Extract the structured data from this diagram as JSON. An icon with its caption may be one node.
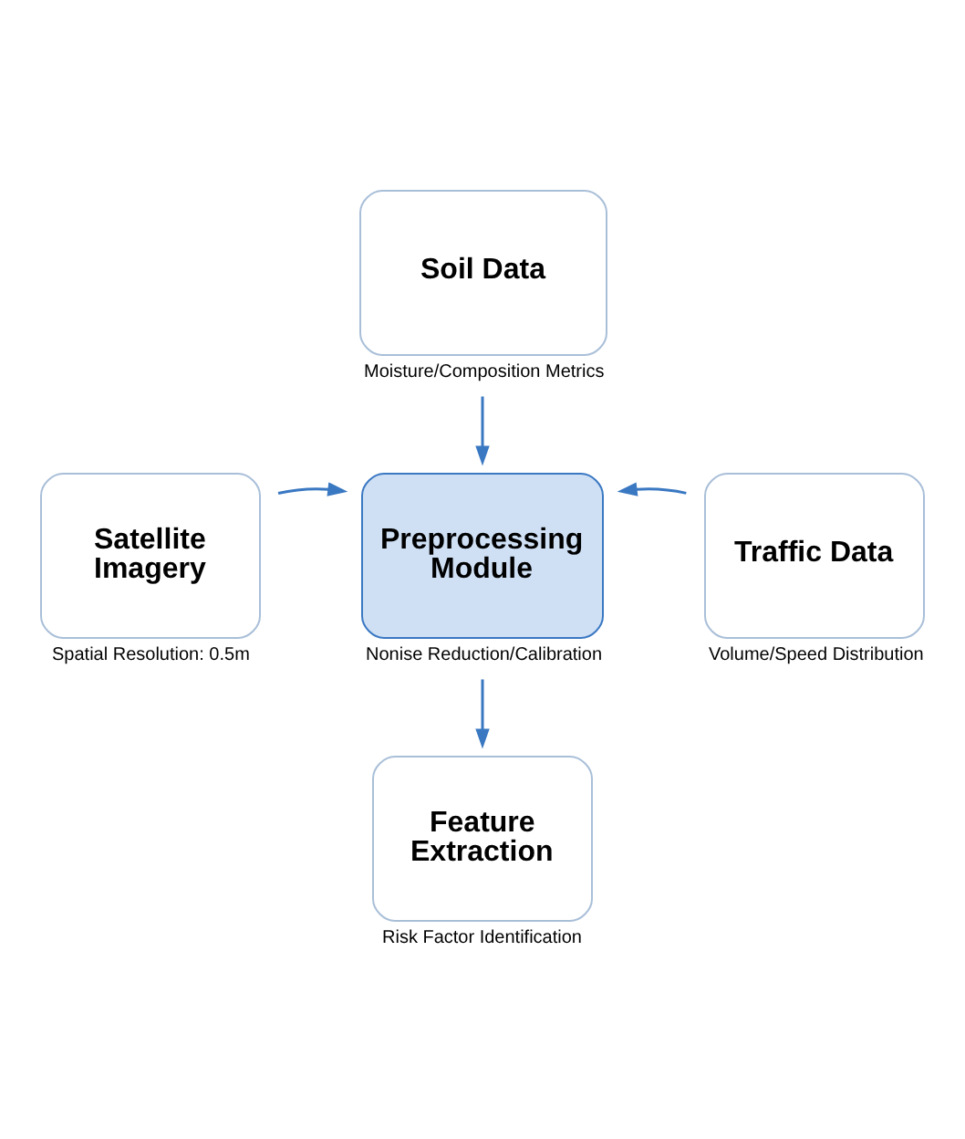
{
  "diagram": {
    "nodes": [
      {
        "text": [
          "Soil Data"
        ],
        "beside": [
          "Moisture/Composition Metrics"
        ]
      },
      {
        "text": [
          "Satellite Imagery"
        ],
        "beside": [
          "Spatial Resolution: 0.5m"
        ]
      },
      {
        "text": [
          "Preprocessing Module"
        ],
        "beside": [
          "Nonise Reduction/Calibration"
        ]
      },
      {
        "text": [
          "Traffic Data"
        ],
        "beside": [
          "Volume/Speed Distribution"
        ]
      },
      {
        "text": [
          "Feature Extraction"
        ],
        "beside": [
          "Risk Factor Identification"
        ]
      }
    ],
    "edges": [
      {
        "from": 0,
        "to": 2,
        "arrow": "to"
      },
      {
        "from": 1,
        "to": 2,
        "arrow": "to"
      },
      {
        "from": 3,
        "to": 2,
        "arrow": "to"
      },
      {
        "from": 2,
        "to": 4,
        "arrow": "to"
      }
    ]
  }
}
